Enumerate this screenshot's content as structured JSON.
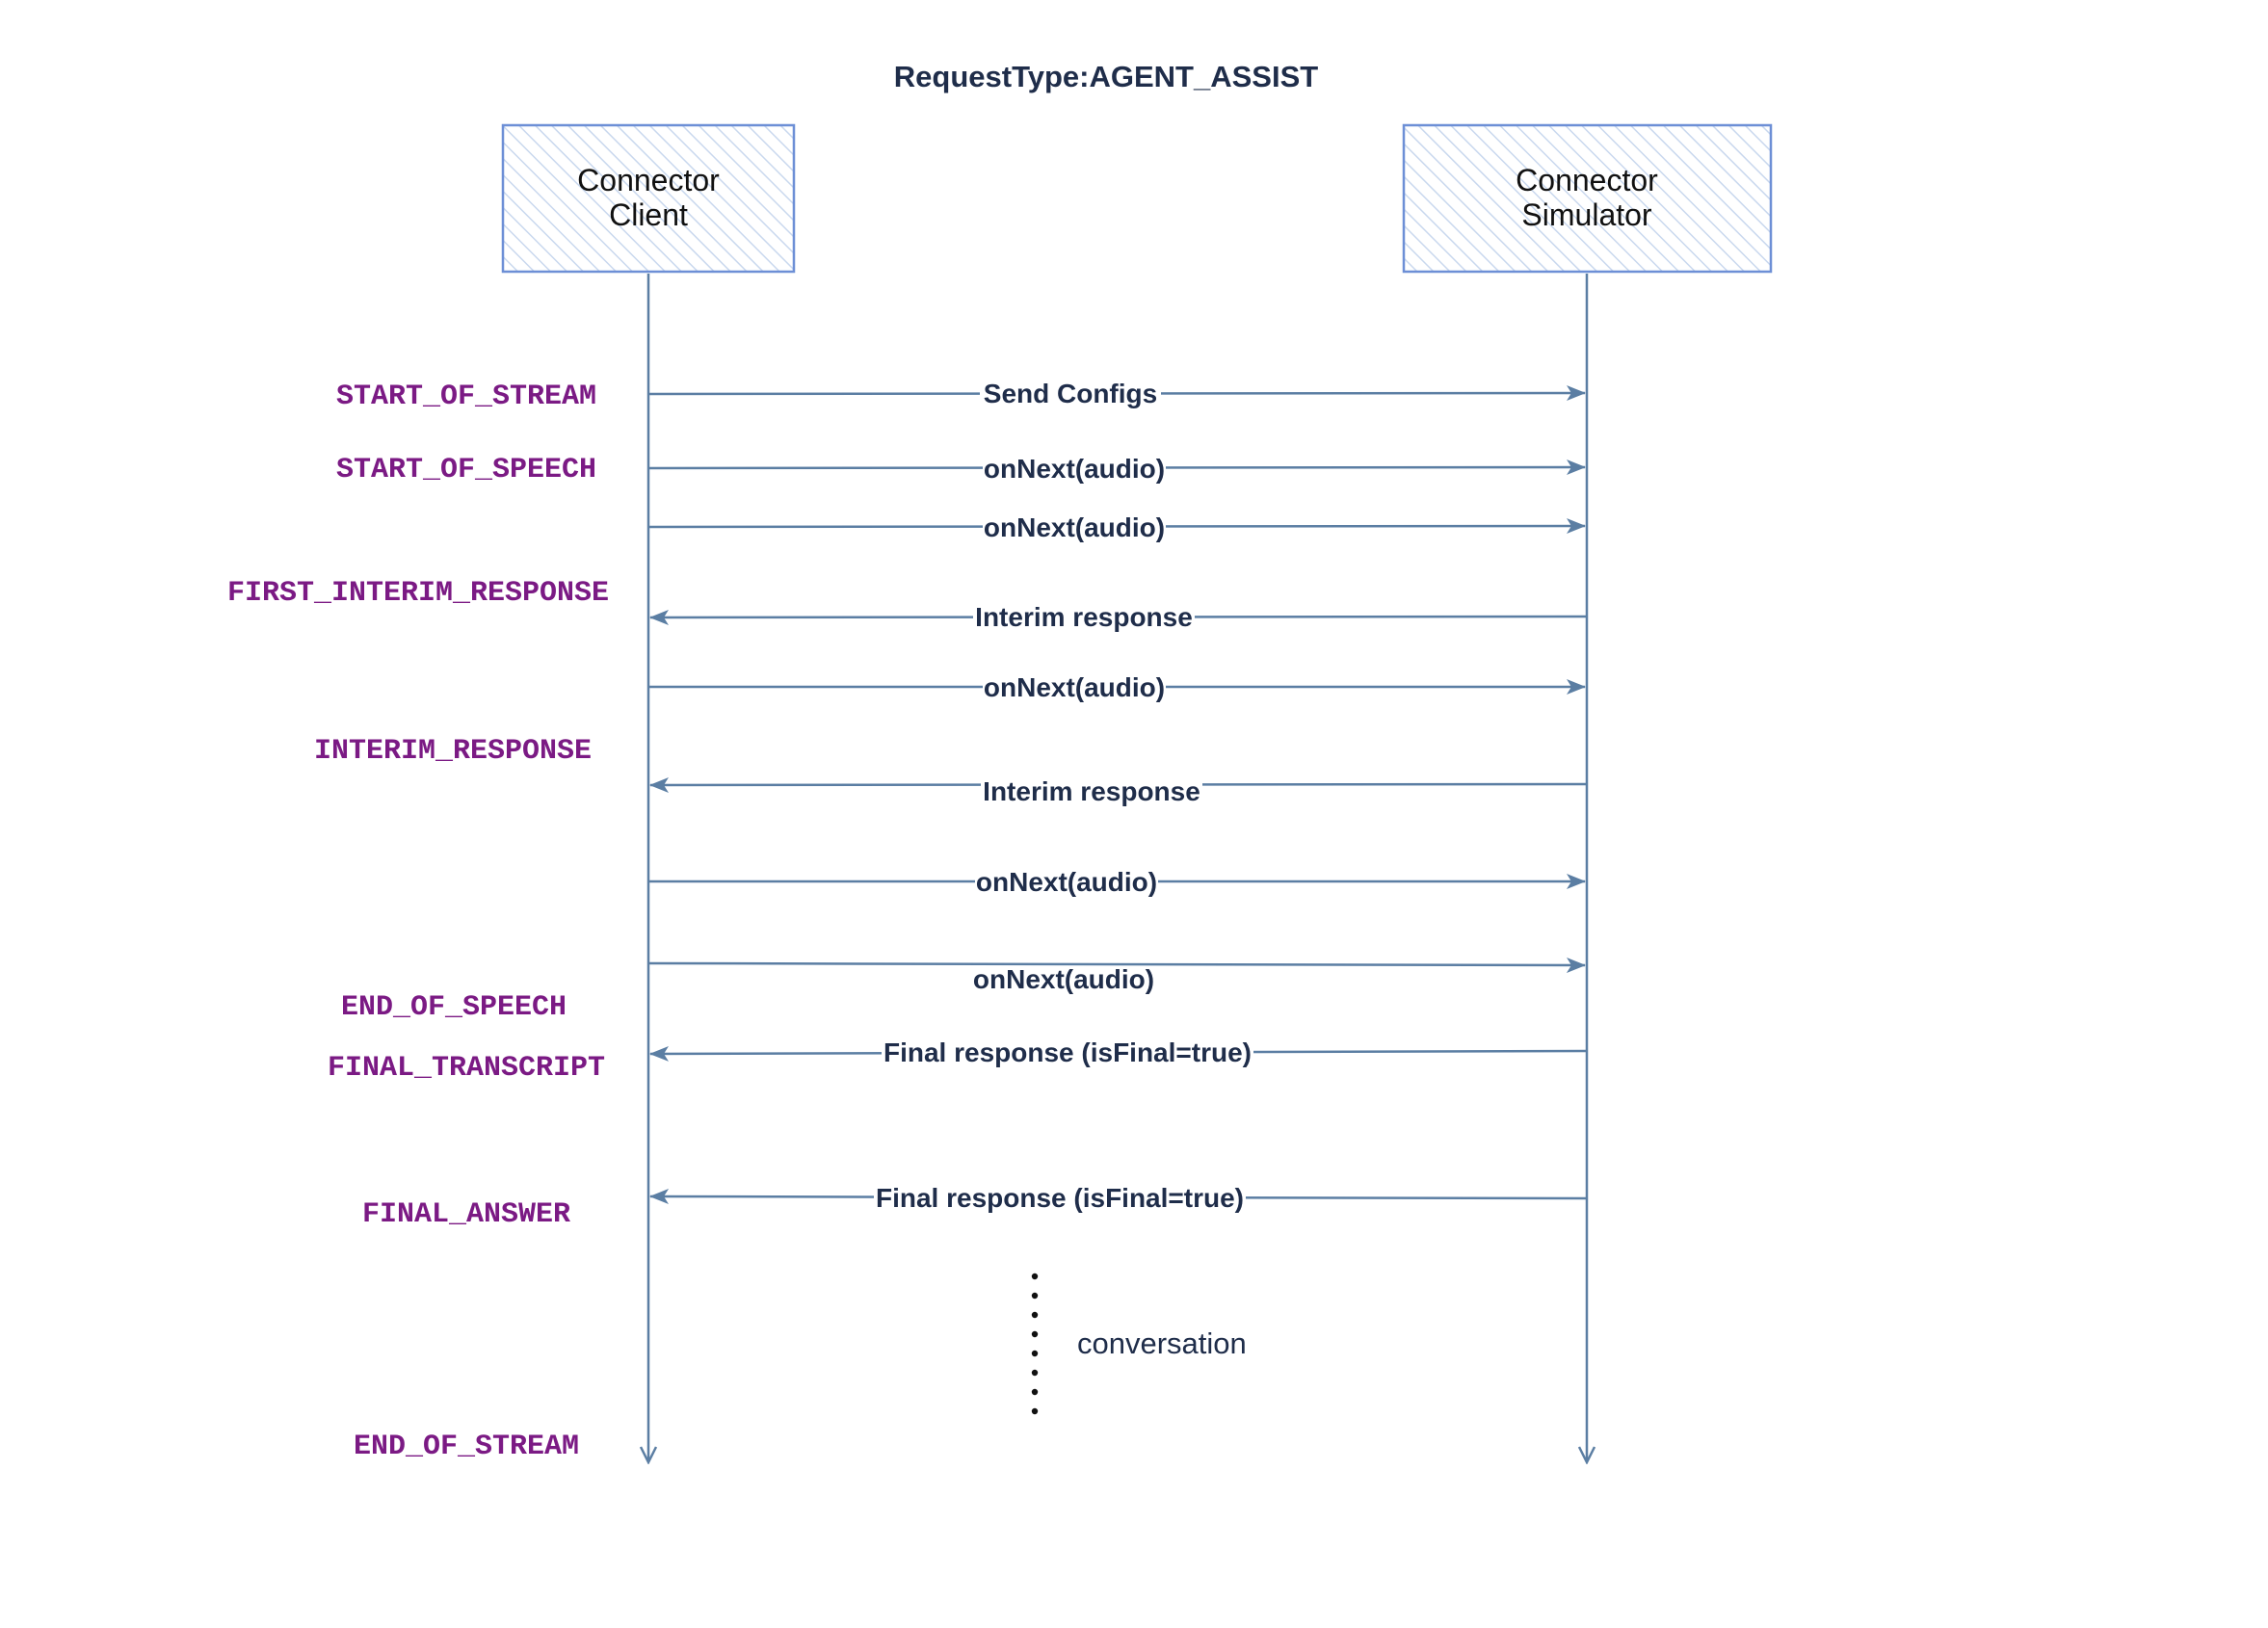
{
  "title": "RequestType:AGENT_ASSIST",
  "participants": [
    {
      "id": "client",
      "lines": [
        "Connector",
        "Client"
      ]
    },
    {
      "id": "simulator",
      "lines": [
        "Connector",
        "Simulator"
      ]
    }
  ],
  "events": [
    {
      "id": "start-of-stream",
      "label": "START_OF_STREAM"
    },
    {
      "id": "start-of-speech",
      "label": "START_OF_SPEECH"
    },
    {
      "id": "first-interim-response",
      "label": "FIRST_INTERIM_RESPONSE"
    },
    {
      "id": "interim-response",
      "label": "INTERIM_RESPONSE"
    },
    {
      "id": "end-of-speech",
      "label": "END_OF_SPEECH"
    },
    {
      "id": "final-transcript",
      "label": "FINAL_TRANSCRIPT"
    },
    {
      "id": "final-answer",
      "label": "FINAL_ANSWER"
    },
    {
      "id": "end-of-stream",
      "label": "END_OF_STREAM"
    }
  ],
  "messages": [
    {
      "label": "Send Configs",
      "from": "client",
      "to": "simulator"
    },
    {
      "label": "onNext(audio)",
      "from": "client",
      "to": "simulator"
    },
    {
      "label": "onNext(audio)",
      "from": "client",
      "to": "simulator"
    },
    {
      "label": "Interim response",
      "from": "simulator",
      "to": "client"
    },
    {
      "label": "onNext(audio)",
      "from": "client",
      "to": "simulator"
    },
    {
      "label": "Interim response",
      "from": "simulator",
      "to": "client"
    },
    {
      "label": "onNext(audio)",
      "from": "client",
      "to": "simulator"
    },
    {
      "label": "onNext(audio)",
      "from": "client",
      "to": "simulator"
    },
    {
      "label": "Final response (isFinal=true)",
      "from": "simulator",
      "to": "client"
    },
    {
      "label": "Final response (isFinal=true)",
      "from": "simulator",
      "to": "client"
    }
  ],
  "continuation_note": "conversation",
  "colors": {
    "line": "#5b7ea3",
    "box_border": "#6d8fd6",
    "hatch": "#c9d8ee",
    "event": "#7b1a84",
    "text": "#1f2d4a"
  }
}
